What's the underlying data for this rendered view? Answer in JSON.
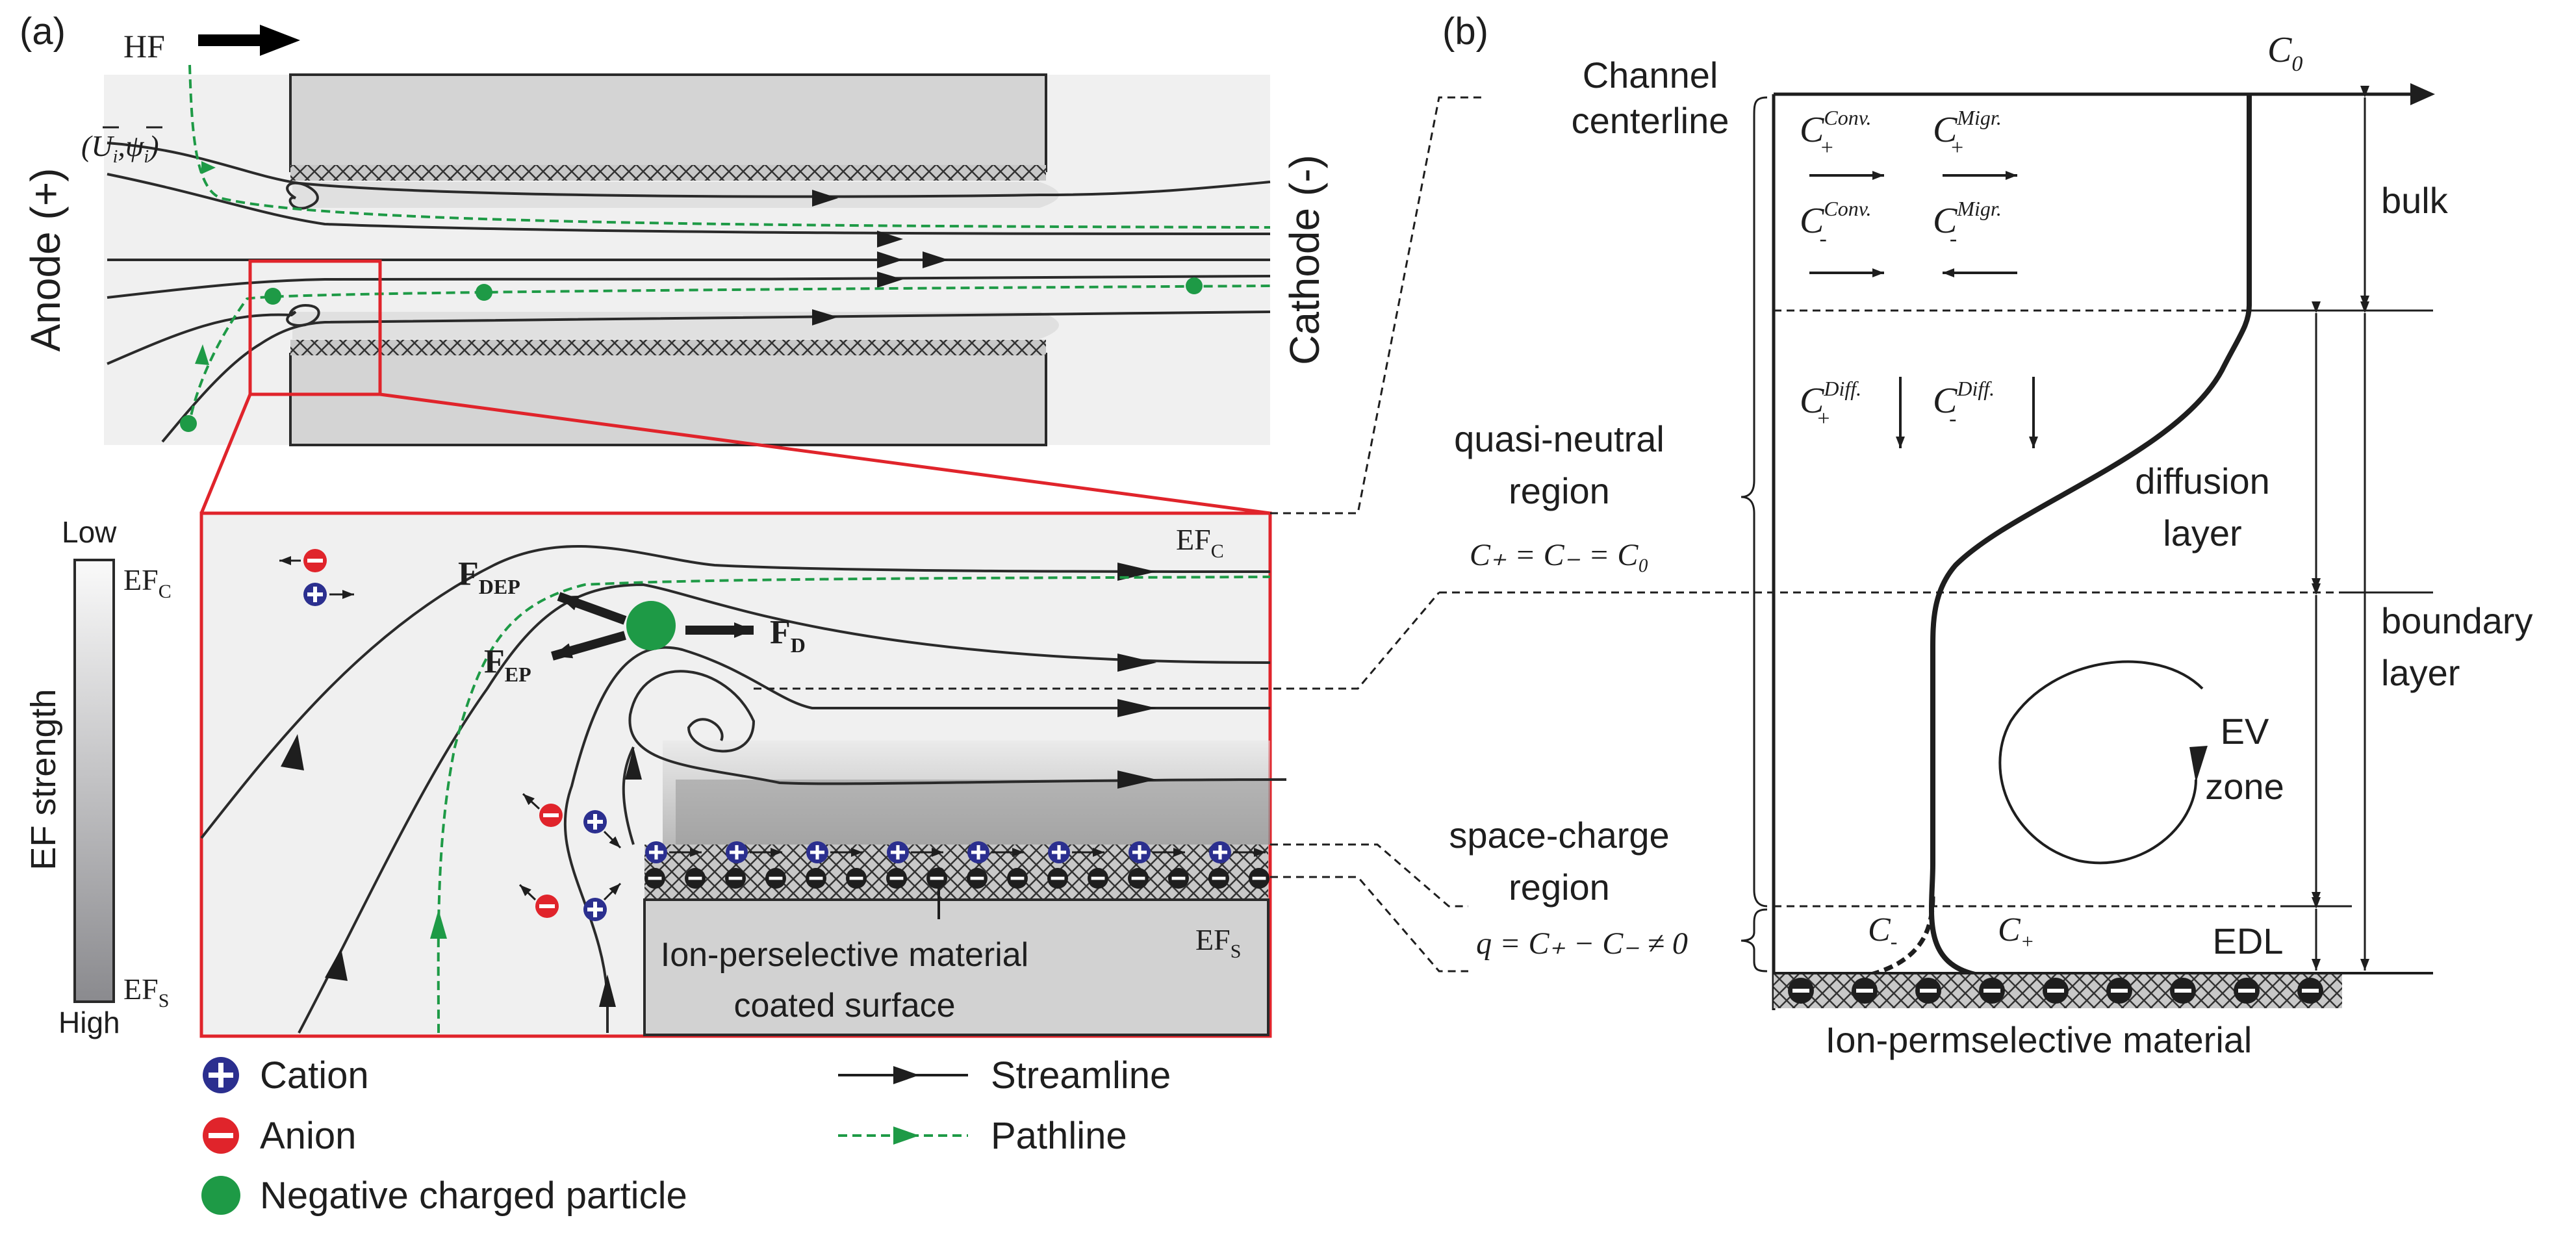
{
  "panel_a": {
    "label": "(a)",
    "hf": "HF",
    "anode": "Anode (+)",
    "cathode": "Cathode (-)",
    "avg_u": "U",
    "avg_psi": "ψ",
    "sub_i": "i",
    "efc": "EF",
    "efc_sub": "C",
    "efs": "EF",
    "efs_sub": "S",
    "f_dep": "F",
    "f_dep_sub": "DEP",
    "f_ep": "F",
    "f_ep_sub": "EP",
    "f_d": "F",
    "f_d_sub": "D",
    "material_line1": "Ion-perselective material",
    "material_line2": "coated surface",
    "scale_low": "Low",
    "scale_high": "High",
    "scale_title": "EF strength"
  },
  "legend": {
    "cation": "Cation",
    "anion": "Anion",
    "particle": "Negative charged particle",
    "streamline": "Streamline",
    "pathline": "Pathline"
  },
  "panel_b": {
    "label": "(b)",
    "c0": "C",
    "c0_sub": "0",
    "centerline1": "Channel",
    "centerline2": "centerline",
    "qn1": "quasi-neutral",
    "qn2": "region",
    "qn_eq": "C₊ = C₋ = C₀",
    "sc1": "space-charge",
    "sc2": "region",
    "q_eq": "q = C₊ − C₋ ≠ 0",
    "c_conv": "C",
    "sup_conv": "Conv.",
    "sup_migr": "Migr.",
    "sup_diff": "Diff.",
    "plus": "+",
    "minus": "-",
    "cminus": "C",
    "cplus": "C",
    "bulk": "bulk",
    "diffusion1": "diffusion",
    "diffusion2": "layer",
    "boundary1": "boundary",
    "boundary2": "layer",
    "ev1": "EV",
    "ev2": "zone",
    "edl": "EDL",
    "material": "Ion-permselective material"
  },
  "colors": {
    "pathline": "#1e9a46",
    "particle": "#1e9a46",
    "cation": "#2b2f8f",
    "anion": "#e0242b",
    "zoom_box": "#e0242b",
    "channel_bg": "#f0f0f0",
    "electrode": "#d4d4d4"
  }
}
